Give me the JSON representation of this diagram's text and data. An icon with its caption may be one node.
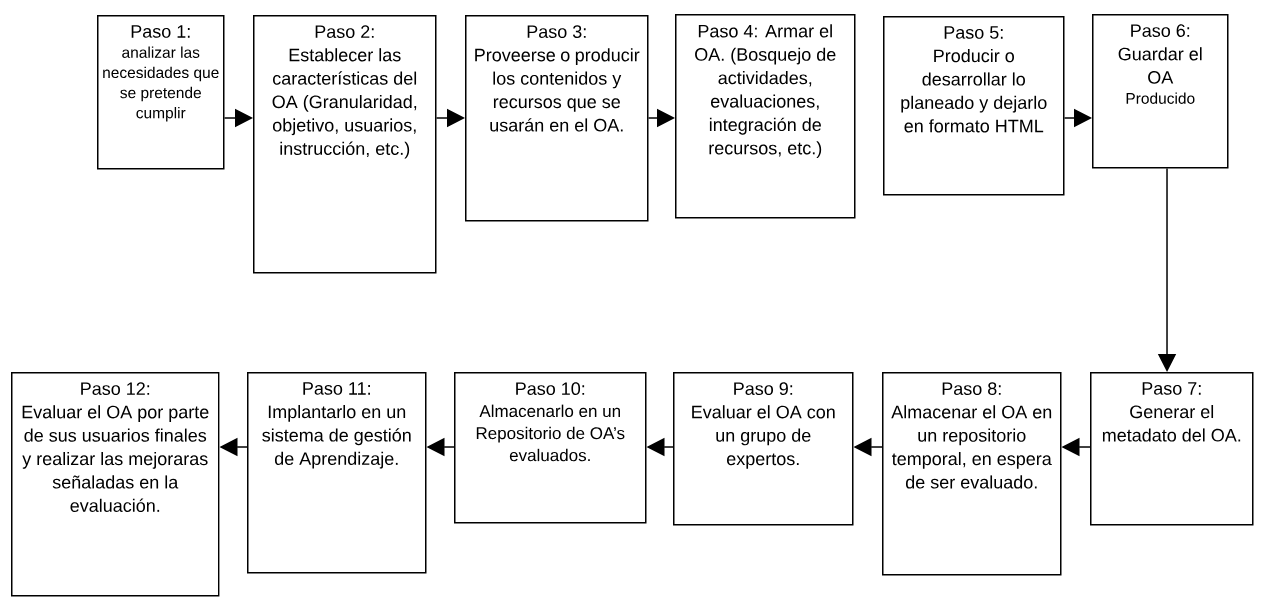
{
  "diagram": {
    "nodes": [
      {
        "text": [
          "Paso 1:",
          "analizar las necesidades que se pretende cumplir"
        ]
      },
      {
        "text": [
          "Paso 2:",
          "Establecer las características del OA (Granularidad, objetivo, usuarios, instrucción, etc.)"
        ]
      },
      {
        "text": [
          "Paso 3:",
          "Proveerse o producir los contenidos y recursos que se usarán en el OA."
        ]
      },
      {
        "text": [
          "Paso 4: Armar el OA. (Bosquejo de actividades, evaluaciones, integración de recursos, etc.)"
        ]
      },
      {
        "text": [
          "Paso 5:",
          "Producir o desarrollar lo planeado y dejarlo en formato HTML"
        ]
      },
      {
        "text": [
          "Paso 6: Guardar el OA",
          "Producido"
        ]
      },
      {
        "text": [
          "Paso 7:",
          "Generar el metadato del OA."
        ]
      },
      {
        "text": [
          "Paso 8:",
          "Almacenar el OA en un repositorio temporal, en espera de ser evaluado."
        ]
      },
      {
        "text": [
          "Paso 9:",
          "Evaluar el OA con un grupo de expertos."
        ]
      },
      {
        "text": [
          "Paso 10:",
          "Almacenarlo en un Repositorio de OA’s evaluados."
        ]
      },
      {
        "text": [
          "Paso 11:",
          "Implantarlo en un sistema de gestión de Aprendizaje."
        ]
      },
      {
        "text": [
          "Paso 12:",
          "Evaluar el OA por parte de sus usuarios finales y realizar las mejoraras señaladas en la evaluación."
        ]
      }
    ],
    "edges": [
      {
        "from": 0,
        "to": 1,
        "arrow": "to"
      },
      {
        "from": 1,
        "to": 2,
        "arrow": "to"
      },
      {
        "from": 2,
        "to": 3,
        "arrow": "to"
      },
      {
        "from": 4,
        "to": 5,
        "arrow": "to"
      },
      {
        "from": 5,
        "to": 6,
        "arrow": "to"
      },
      {
        "from": 6,
        "to": 7,
        "arrow": "to"
      },
      {
        "from": 7,
        "to": 8,
        "arrow": "to"
      },
      {
        "from": 8,
        "to": 9,
        "arrow": "to"
      },
      {
        "from": 9,
        "to": 10,
        "arrow": "to"
      },
      {
        "from": 10,
        "to": 11,
        "arrow": "to"
      }
    ]
  }
}
